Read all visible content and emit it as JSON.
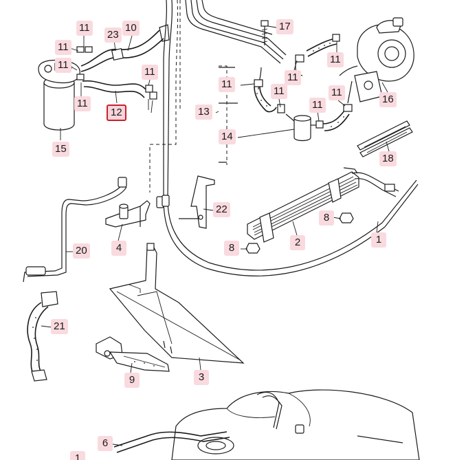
{
  "diagram": {
    "selected_callout": "12",
    "callouts": [
      {
        "id": "c-11-a",
        "label": "11"
      },
      {
        "id": "c-23",
        "label": "23"
      },
      {
        "id": "c-10",
        "label": "10"
      },
      {
        "id": "c-11-b",
        "label": "11"
      },
      {
        "id": "c-11-c",
        "label": "11"
      },
      {
        "id": "c-11-d",
        "label": "11"
      },
      {
        "id": "c-12",
        "label": "12"
      },
      {
        "id": "c-11-e",
        "label": "11"
      },
      {
        "id": "c-15",
        "label": "15"
      },
      {
        "id": "c-17",
        "label": "17"
      },
      {
        "id": "c-11-f",
        "label": "11"
      },
      {
        "id": "c-11-g",
        "label": "11"
      },
      {
        "id": "c-11-h",
        "label": "11"
      },
      {
        "id": "c-11-i",
        "label": "11"
      },
      {
        "id": "c-11-j",
        "label": "11"
      },
      {
        "id": "c-11-k",
        "label": "11"
      },
      {
        "id": "c-16",
        "label": "16"
      },
      {
        "id": "c-13",
        "label": "13"
      },
      {
        "id": "c-14",
        "label": "14"
      },
      {
        "id": "c-18",
        "label": "18"
      },
      {
        "id": "c-22",
        "label": "22"
      },
      {
        "id": "c-4",
        "label": "4"
      },
      {
        "id": "c-8-a",
        "label": "8"
      },
      {
        "id": "c-8-b",
        "label": "8"
      },
      {
        "id": "c-2",
        "label": "2"
      },
      {
        "id": "c-1-a",
        "label": "1"
      },
      {
        "id": "c-20",
        "label": "20"
      },
      {
        "id": "c-21",
        "label": "21"
      },
      {
        "id": "c-9",
        "label": "9"
      },
      {
        "id": "c-3",
        "label": "3"
      },
      {
        "id": "c-6",
        "label": "6"
      },
      {
        "id": "c-1-b",
        "label": "1"
      }
    ]
  },
  "colors": {
    "callout_fill": "#f9dadf",
    "selected_border": "#c8202a",
    "line": "#1a1a1a"
  }
}
